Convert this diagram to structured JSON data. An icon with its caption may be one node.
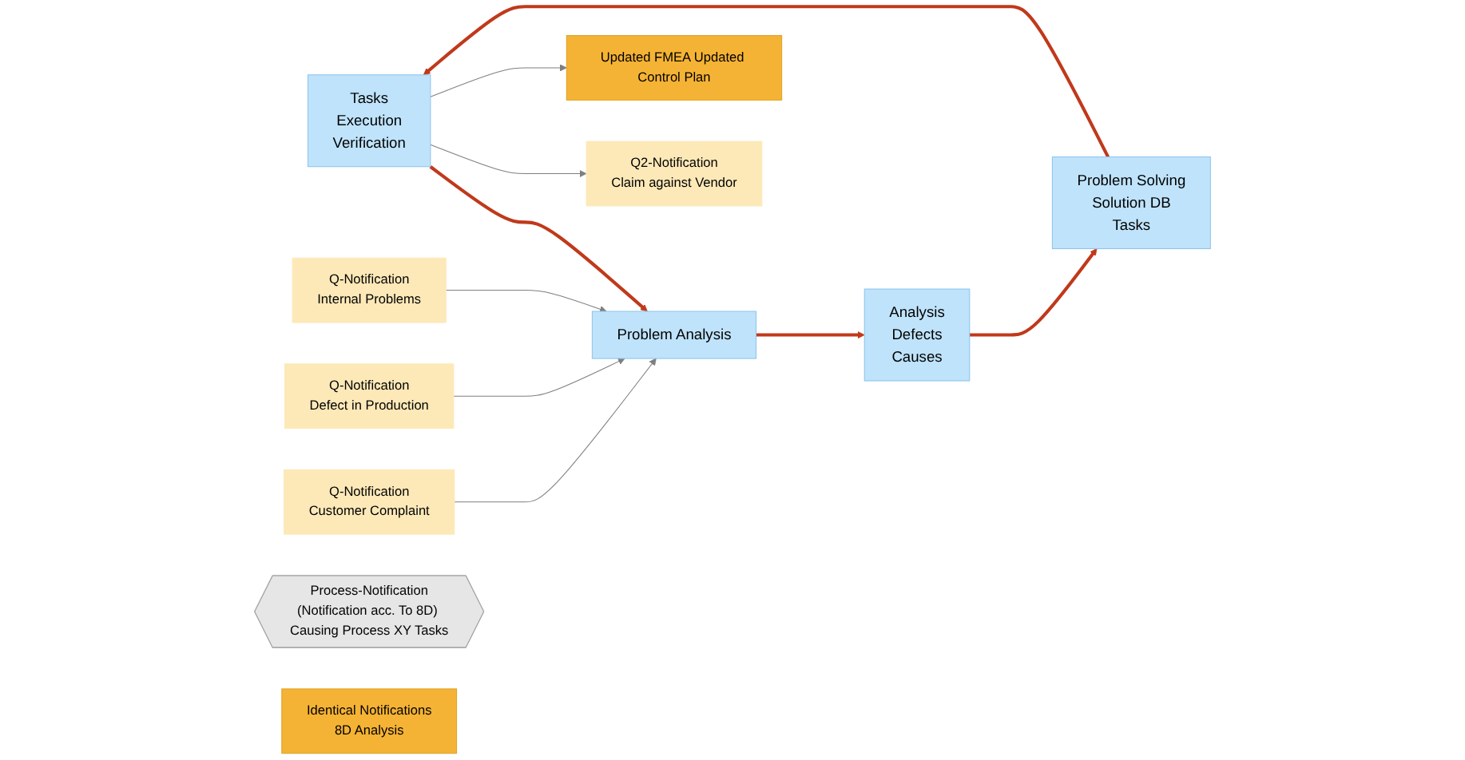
{
  "diagram": {
    "nodes": [
      {
        "text": [
          "Q2-Notification",
          "Claim against Vendor"
        ]
      },
      {
        "text": [
          "Tasks",
          "Execution",
          "Verification"
        ]
      },
      {
        "text": [
          "Problem Analysis"
        ]
      },
      {
        "text": [
          "Q-Notification",
          "Customer Complaint"
        ]
      },
      {
        "text": [
          "Updated FMEA Updated Control Plan"
        ]
      },
      {
        "text": [
          "Q-Notification",
          "Defect in Production"
        ]
      },
      {
        "text": [
          "Q-Notification",
          "Internal Problems"
        ]
      },
      {
        "text": [
          "Process-Notification",
          "(Notification acc. To 8D) Causing Process XY Tasks"
        ]
      },
      {
        "text": [
          "Problem Solving",
          "Solution DB",
          "Tasks"
        ]
      },
      {
        "text": [
          "Analysis",
          "Defects",
          "Causes"
        ]
      },
      {
        "text": [
          "Identical Notifications",
          "8D Analysis"
        ]
      }
    ],
    "edges": [
      {
        "from": 1,
        "to": 2,
        "arrow": "to",
        "style": "thick",
        "color": "#c0391b"
      },
      {
        "from": 2,
        "to": 9,
        "arrow": "to",
        "style": "thick",
        "color": "#c0391b"
      },
      {
        "from": 9,
        "to": 8,
        "arrow": "to",
        "style": "thick",
        "color": "#c0391b"
      },
      {
        "from": 8,
        "to": 1,
        "arrow": "to",
        "style": "thick",
        "color": "#c0391b"
      },
      {
        "from": 1,
        "to": 0,
        "arrow": "to"
      },
      {
        "from": 1,
        "to": 4,
        "arrow": "to"
      },
      {
        "from": 3,
        "to": 2,
        "arrow": "to"
      },
      {
        "from": 5,
        "to": 2,
        "arrow": "to"
      },
      {
        "from": 6,
        "to": 2,
        "arrow": "to"
      }
    ]
  }
}
